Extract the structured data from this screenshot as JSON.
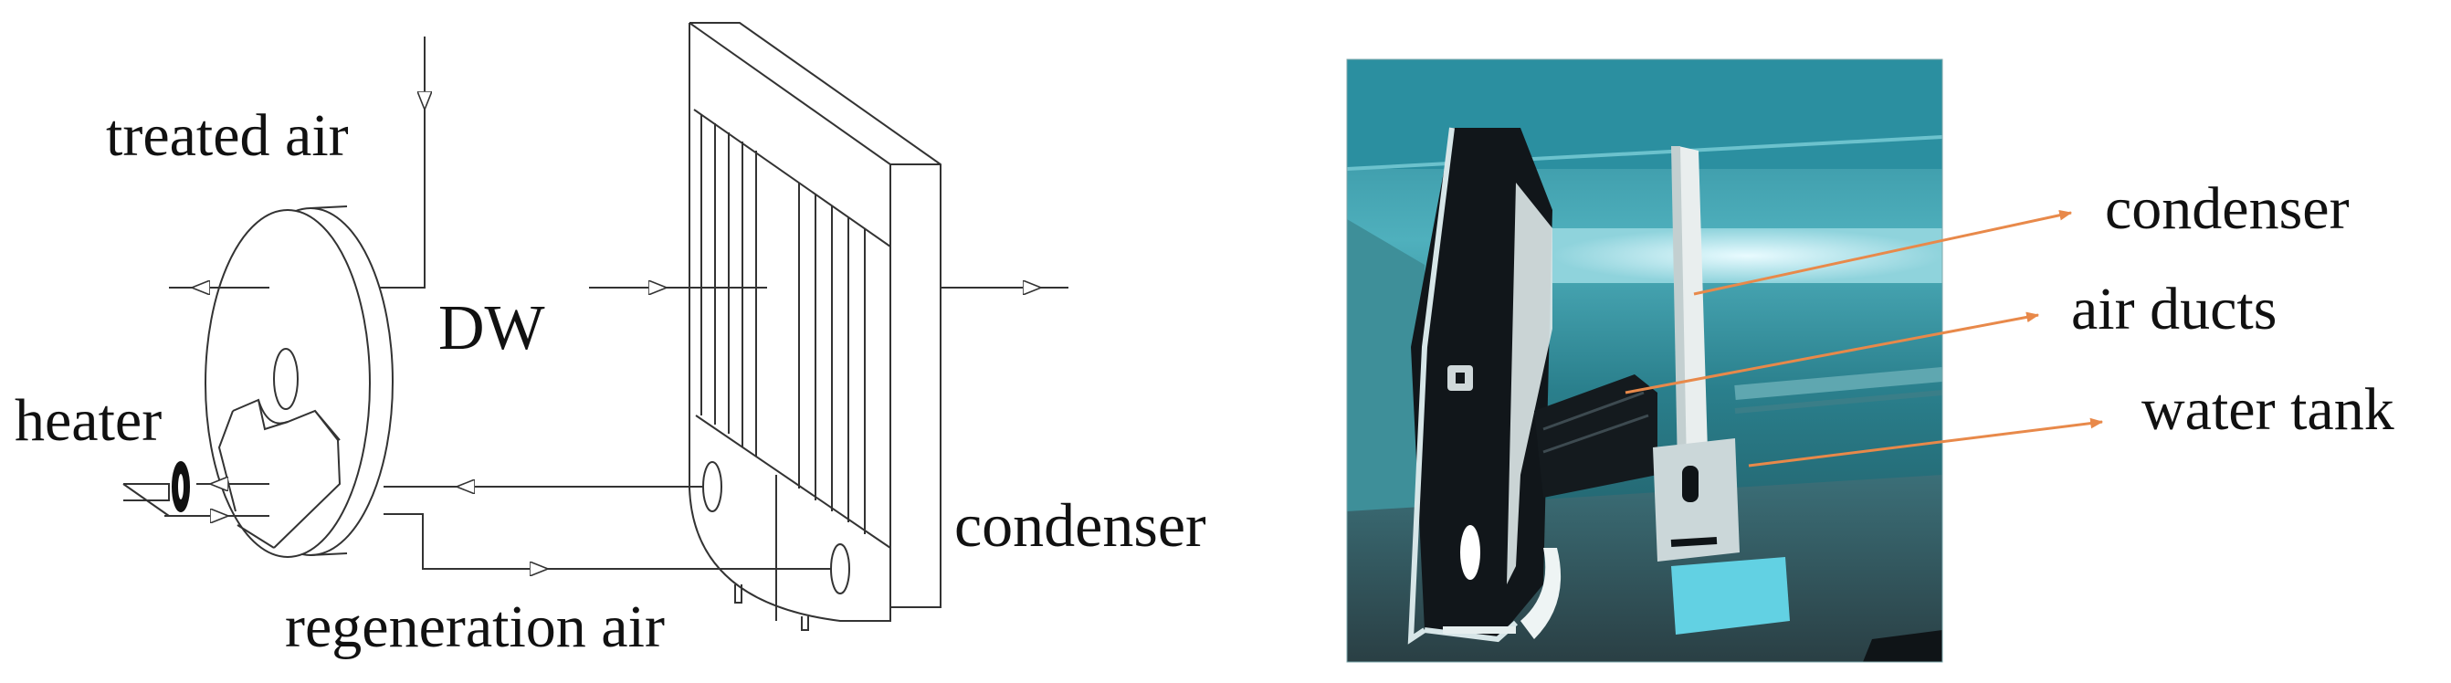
{
  "schematic": {
    "labels": {
      "treated_air": "treated air",
      "dw": "DW",
      "heater": "heater",
      "condenser": "condenser",
      "regeneration_air": "regeneration air"
    },
    "line_color": "#333333"
  },
  "photo": {
    "callouts": {
      "condenser": "condenser",
      "air_ducts": "air ducts",
      "water_tank": "water tank"
    },
    "arrow_color": "#e8894a",
    "tint_color": "#1f7f8f"
  }
}
